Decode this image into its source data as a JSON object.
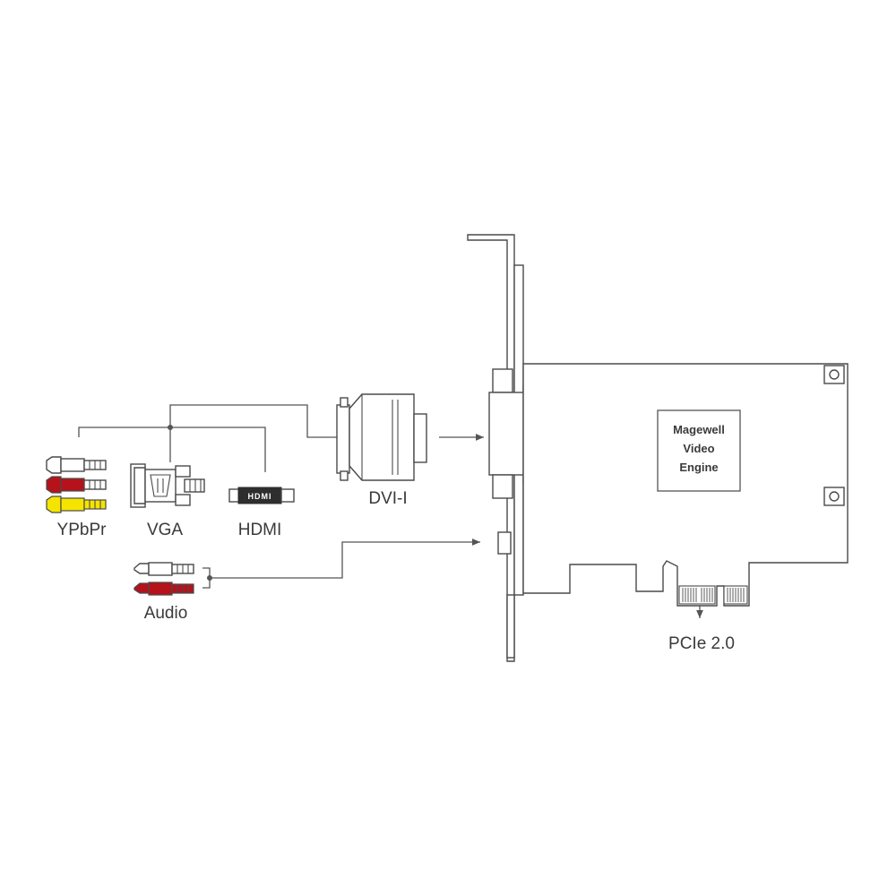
{
  "labels": {
    "ypbpr": "YPbPr",
    "vga": "VGA",
    "hdmi": "HDMI",
    "hdmi_logo": "HDMI",
    "audio": "Audio",
    "dvi": "DVI-I",
    "engine_line1": "Magewell",
    "engine_line2": "Video",
    "engine_line3": "Engine",
    "pcie": "PCIe 2.0"
  },
  "colors": {
    "rca_white": "#ffffff",
    "rca_red": "#b5121b",
    "rca_yellow": "#f5e400",
    "line": "#555555",
    "text": "#3a3a3a"
  },
  "icons": [
    "rca-cable-icon",
    "vga-connector-icon",
    "hdmi-connector-icon",
    "dvi-connector-icon",
    "capture-card-icon"
  ]
}
